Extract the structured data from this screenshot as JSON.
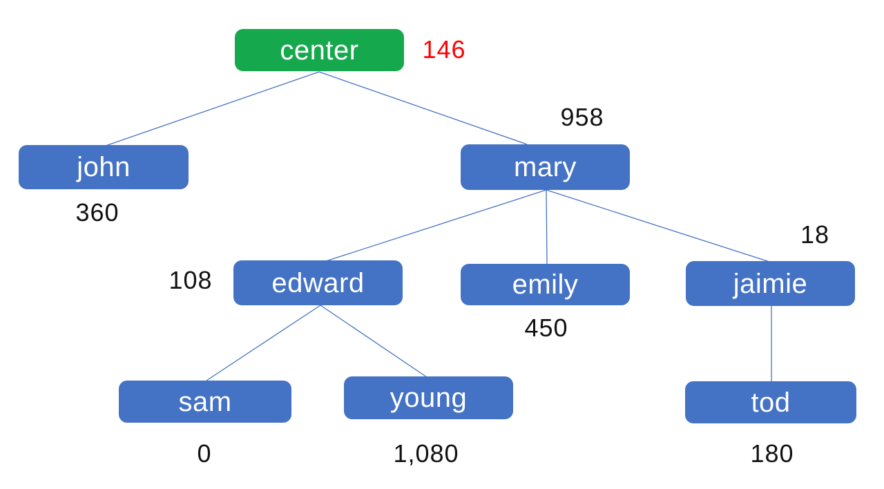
{
  "colors": {
    "root_fill": "#15a84c",
    "node_fill": "#4472c4",
    "node_text": "#ffffff",
    "line": "#4472c4",
    "value_text": "#111111",
    "root_value": "#ff0000"
  },
  "nodes": {
    "center": {
      "label": "center",
      "value": "146"
    },
    "john": {
      "label": "john",
      "value": "360"
    },
    "mary": {
      "label": "mary",
      "value": "958"
    },
    "edward": {
      "label": "edward",
      "value": "108"
    },
    "emily": {
      "label": "emily",
      "value": "450"
    },
    "jaimie": {
      "label": "jaimie",
      "value": "18"
    },
    "sam": {
      "label": "sam",
      "value": "0"
    },
    "young": {
      "label": "young",
      "value": "1,080"
    },
    "tod": {
      "label": "tod",
      "value": "180"
    }
  },
  "edges": [
    {
      "from": "center",
      "to": "john"
    },
    {
      "from": "center",
      "to": "mary"
    },
    {
      "from": "mary",
      "to": "edward"
    },
    {
      "from": "mary",
      "to": "emily"
    },
    {
      "from": "mary",
      "to": "jaimie"
    },
    {
      "from": "edward",
      "to": "sam"
    },
    {
      "from": "edward",
      "to": "young"
    },
    {
      "from": "jaimie",
      "to": "tod"
    }
  ]
}
